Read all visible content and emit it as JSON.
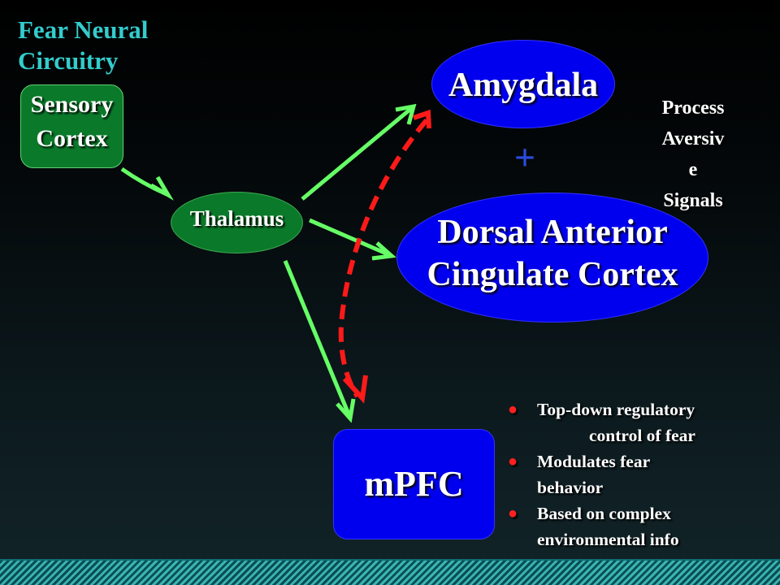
{
  "title": {
    "line1": "Fear Neural",
    "line2": "Circuitry"
  },
  "nodes": {
    "sensory_cortex": {
      "line1": "Sensory",
      "line2": "Cortex"
    },
    "thalamus": "Thalamus",
    "amygdala": "Amygdala",
    "dacc": {
      "line1": "Dorsal Anterior",
      "line2": "Cingulate Cortex"
    },
    "mpfc": "mPFC"
  },
  "plus_symbol": "+",
  "side_label": {
    "line1": "Process",
    "line2": "Aversiv",
    "line3": "e",
    "line4": "Signals"
  },
  "bullets": [
    {
      "line1": "Top-down regulatory",
      "line2": "control of fear"
    },
    {
      "line1": "Modulates fear",
      "line2": "behavior"
    },
    {
      "line1": "Based on complex",
      "line2": "environmental info"
    }
  ],
  "colors": {
    "title": "#33cccc",
    "green_node": "#0a7a2a",
    "blue_node": "#0000ee",
    "arrow_green": "#66ff66",
    "arrow_red": "#ff1a1a",
    "bullet_red": "#ff2020"
  }
}
